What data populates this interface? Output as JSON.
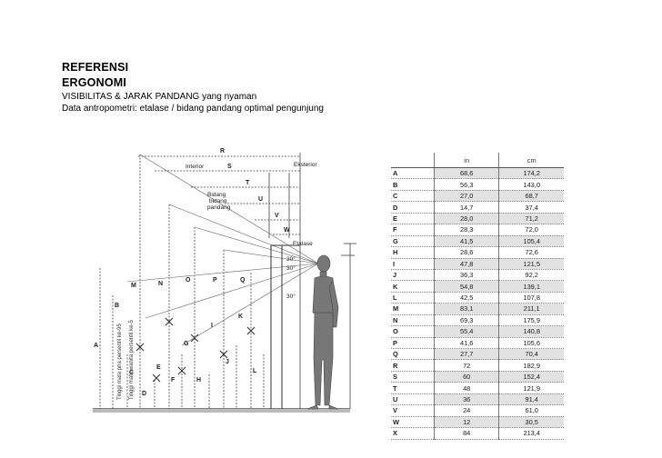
{
  "header": {
    "title1": "REFERENSI",
    "title2": "ERGONOMI",
    "subtitle1": "VISIBILITAS & JARAK PANDANG yang nyaman",
    "subtitle2": "Data antropometri: etalase / bidang pandang optimal pengunjung"
  },
  "diagram": {
    "labels": {
      "interior": "Interior",
      "eksterior": "Eksterior",
      "bidang1": "Bidang",
      "bidang2": "bidang",
      "bidang3": "pandang",
      "etalase": "Etalase",
      "angle_a": "30°",
      "angle_b": "30°",
      "angle_c": "30°",
      "rot1": "Tinggi mata pria persentil ke-95",
      "rot2": "Tinggi mata wanita persentil ke-5"
    },
    "letters": {
      "R": "R",
      "S": "S",
      "T": "T",
      "U": "U",
      "V": "V",
      "W": "W",
      "A": "A",
      "B": "B",
      "C": "C",
      "D": "D",
      "E": "E",
      "F": "F",
      "G": "G",
      "H": "H",
      "I": "I",
      "J": "J",
      "K": "K",
      "L": "L",
      "M": "M",
      "N": "N",
      "O": "O",
      "P": "P",
      "Q": "Q"
    }
  },
  "table": {
    "headers": [
      "",
      "in",
      "cm"
    ],
    "rows": [
      {
        "label": "A",
        "in": "68,6",
        "cm": "174,2"
      },
      {
        "label": "B",
        "in": "56,3",
        "cm": "143,0"
      },
      {
        "label": "C",
        "in": "27,0",
        "cm": "68,7"
      },
      {
        "label": "D",
        "in": "14,7",
        "cm": "37,4"
      },
      {
        "label": "E",
        "in": "28,0",
        "cm": "71,2"
      },
      {
        "label": "F",
        "in": "28,3",
        "cm": "72,0"
      },
      {
        "label": "G",
        "in": "41,5",
        "cm": "105,4"
      },
      {
        "label": "H",
        "in": "28,6",
        "cm": "72,6"
      },
      {
        "label": "I",
        "in": "47,8",
        "cm": "121,5"
      },
      {
        "label": "J",
        "in": "36,3",
        "cm": "92,2"
      },
      {
        "label": "K",
        "in": "54,8",
        "cm": "139,1"
      },
      {
        "label": "L",
        "in": "42,5",
        "cm": "107,8"
      },
      {
        "label": "M",
        "in": "83,1",
        "cm": "211,1"
      },
      {
        "label": "N",
        "in": "69,3",
        "cm": "175,9"
      },
      {
        "label": "O",
        "in": "55,4",
        "cm": "140,8"
      },
      {
        "label": "P",
        "in": "41,6",
        "cm": "105,6"
      },
      {
        "label": "Q",
        "in": "27,7",
        "cm": "70,4"
      },
      {
        "label": "R",
        "in": "72",
        "cm": "182,9"
      },
      {
        "label": "S",
        "in": "60",
        "cm": "152,4"
      },
      {
        "label": "T",
        "in": "48",
        "cm": "121,9"
      },
      {
        "label": "U",
        "in": "36",
        "cm": "91,4"
      },
      {
        "label": "V",
        "in": "24",
        "cm": "61,0"
      },
      {
        "label": "W",
        "in": "12",
        "cm": "30,5"
      },
      {
        "label": "X",
        "in": "84",
        "cm": "213,4"
      }
    ]
  }
}
